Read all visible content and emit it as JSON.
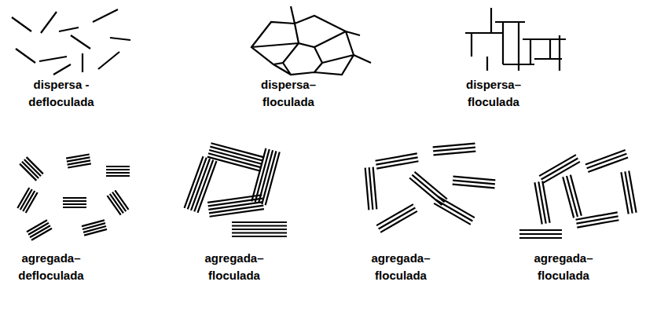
{
  "diagram": {
    "labels": [
      "dispersa - defloculada",
      "dispersa– floculada",
      "dispersa– floculada",
      "agregada– defloculada",
      "agregada– floculada",
      "agregada– floculada",
      "agregada– floculada"
    ]
  }
}
